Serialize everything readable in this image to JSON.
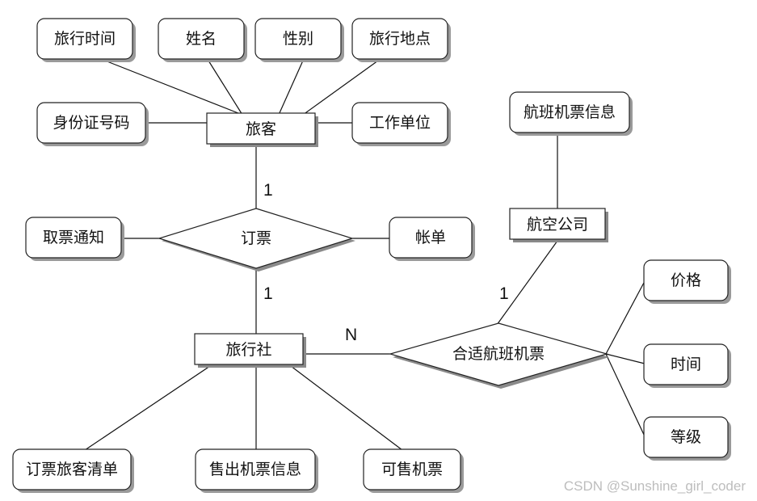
{
  "entities": {
    "lvke": "旅客",
    "lvxingshe": "旅行社",
    "hangkong": "航空公司"
  },
  "relationships": {
    "dingpiao": "订票",
    "heshi": "合适航班机票"
  },
  "attributes": {
    "lvxingshijian": "旅行时间",
    "xingming": "姓名",
    "xingbie": "性别",
    "lvxingdidian": "旅行地点",
    "shenfenzheng": "身份证号码",
    "gongzuodanwei": "工作单位",
    "hangbanxinxi": "航班机票信息",
    "qupiaotongzhi": "取票通知",
    "zhangdan": "帐单",
    "jiage": "价格",
    "shijian": "时间",
    "dengji": "等级",
    "dingpiaolvke": "订票旅客清单",
    "shouchu": "售出机票信息",
    "keshou": "可售机票"
  },
  "cardinalities": {
    "lvke_dingpiao": "1",
    "dingpiao_lvxingshe": "1",
    "lvxingshe_heshi": "N",
    "heshi_hangkong": "1"
  },
  "watermark": "CSDN @Sunshine_girl_coder"
}
